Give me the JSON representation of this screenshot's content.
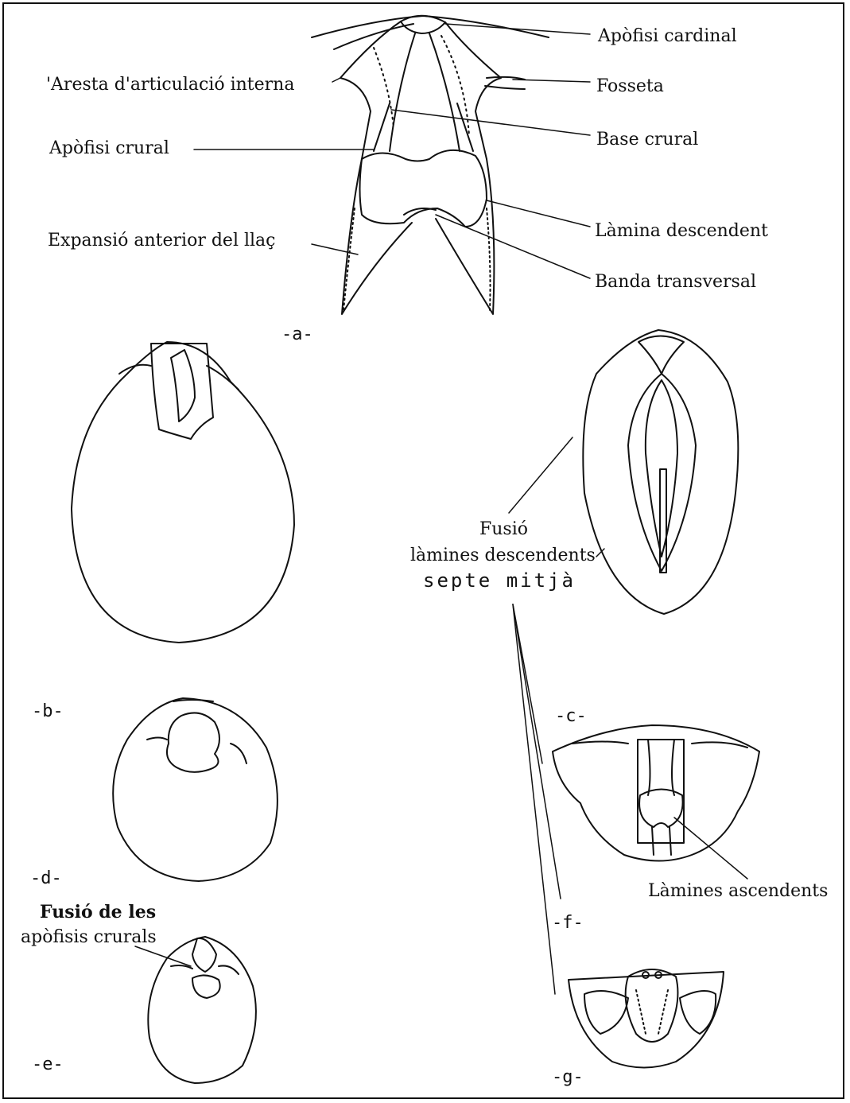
{
  "labels": {
    "apofisi_cardinal": "Apòfisi cardinal",
    "fosseta": "Fosseta",
    "base_crural": "Base crural",
    "lamina_descendent": "Làmina descendent",
    "banda_transversal": "Banda transversal",
    "aresta": "'Aresta d'articulació interna",
    "apofisi_crural": "Apòfisi crural",
    "expansio": "Expansió anterior del llaç",
    "fusio_laminas_1": "Fusió",
    "fusio_laminas_2": "làmines descendents",
    "septe_mitja": "septe mitjà",
    "laminas_ascendents": "Làmines ascendents",
    "fusio_apofisis_1": "Fusió de les",
    "fusio_apofisis_2": "apòfisis crurals"
  },
  "panels": {
    "a": "-a-",
    "b": "-b-",
    "c": "-c-",
    "d": "-d-",
    "e": "-e-",
    "f": "-f-",
    "g": "-g-"
  }
}
